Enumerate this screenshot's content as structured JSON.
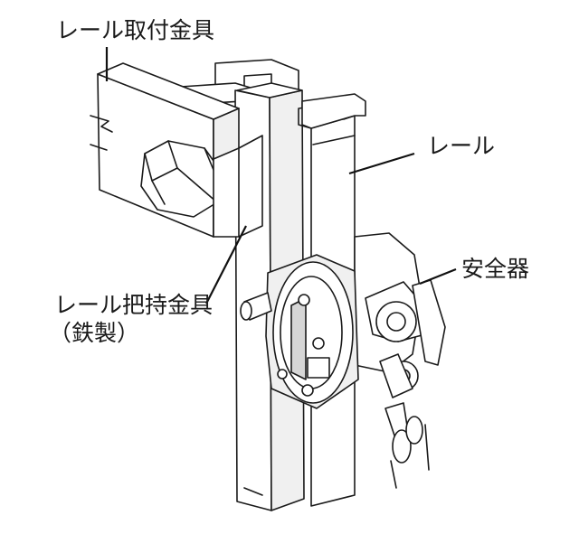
{
  "labels": {
    "rail_mount_bracket": "レール取付金具",
    "rail": "レール",
    "safety_device": "安全器",
    "rail_holder_line1": "レール把持金具",
    "rail_holder_line2": "（鉄製）"
  },
  "colors": {
    "line": "#1a1a1a",
    "background": "#ffffff",
    "shade": "#d6d6d6"
  }
}
